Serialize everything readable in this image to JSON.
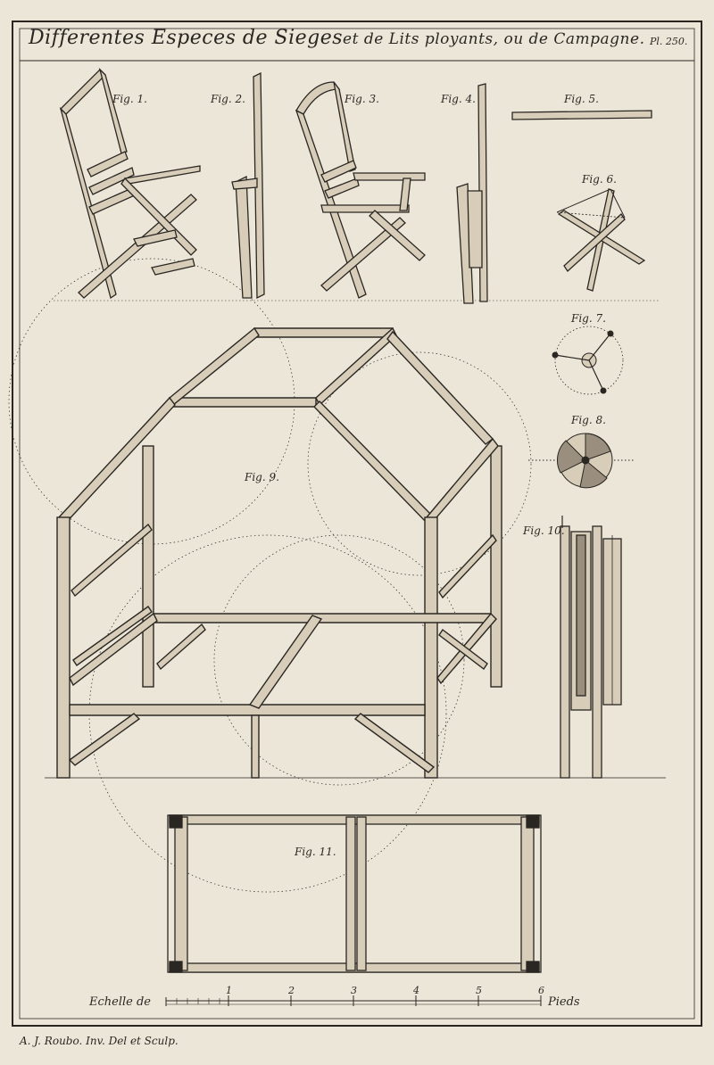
{
  "plate": {
    "title_main": "Differentes Especes de Sieges",
    "title_sub": "et de Lits ployants, ou de Campagne.",
    "plate_number": "Pl. 250.",
    "credit": "A. J. Roubo. Inv. Del et Sculp.",
    "colors": {
      "paper": "#ece6d8",
      "ink": "#2a2723",
      "wood": "#d7cdb8",
      "shade": "#6e655a"
    }
  },
  "figures": {
    "fig1": "Fig. 1.",
    "fig2": "Fig. 2.",
    "fig3": "Fig. 3.",
    "fig4": "Fig. 4.",
    "fig5": "Fig. 5.",
    "fig6": "Fig. 6.",
    "fig7": "Fig. 7.",
    "fig8": "Fig. 8.",
    "fig9": "Fig. 9.",
    "fig10": "Fig. 10.",
    "fig11": "Fig. 11."
  },
  "scale": {
    "label_left": "Echelle de",
    "label_right": "Pieds",
    "ticks": [
      "1",
      "2",
      "3",
      "4",
      "5",
      "6"
    ]
  }
}
